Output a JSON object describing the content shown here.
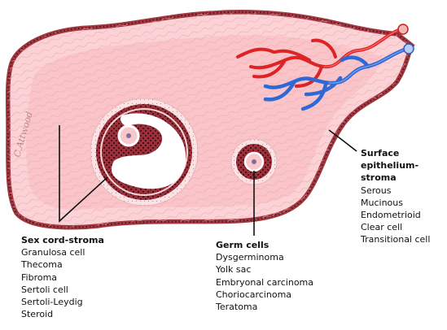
{
  "diagram": {
    "signature": "C.Attwood",
    "colors": {
      "stroma": "#f9c9cc",
      "stroma_fiber": "#f3aeb4",
      "cortex": "#fbd9dc",
      "surface_epithelium": "#a0363f",
      "follicle_dark": "#9c2f3a",
      "artery": "#dd2323",
      "vein": "#2f69d6"
    },
    "labels": {
      "sex_cord": {
        "heading": "Sex cord-stroma",
        "items": [
          "Granulosa cell",
          "Thecoma",
          "Fibroma",
          "Sertoli cell",
          "Sertoli-Leydig",
          "Steroid"
        ]
      },
      "germ": {
        "heading": "Germ cells",
        "items": [
          "Dysgerminoma",
          "Yolk sac",
          "Embryonal carcinoma",
          "Choriocarcinoma",
          "Teratoma"
        ]
      },
      "surface": {
        "heading_lines": [
          "Surface",
          "epithelium-",
          "stroma"
        ],
        "items": [
          "Serous",
          "Mucinous",
          "Endometrioid",
          "Clear cell",
          "Transitional cell"
        ]
      }
    }
  }
}
